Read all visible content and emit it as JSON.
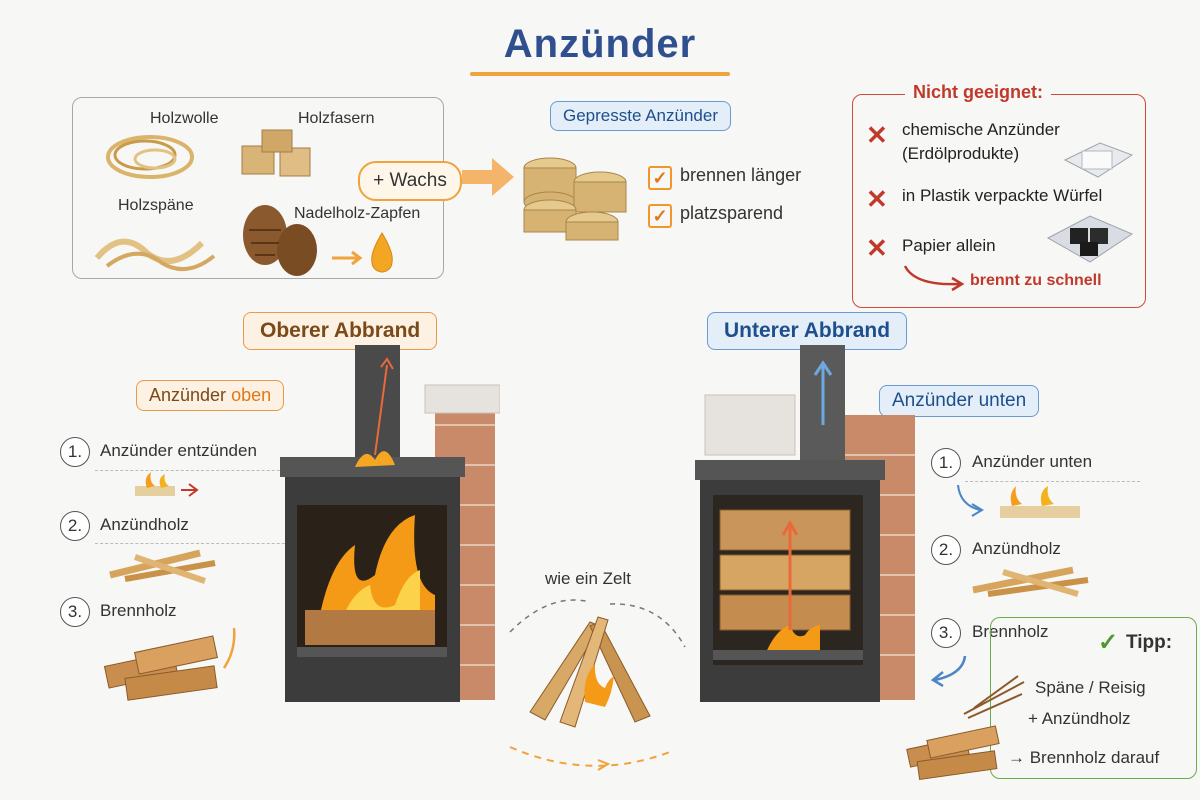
{
  "title": "Anzünder",
  "ingredients": {
    "items": [
      "Holzwolle",
      "Holzfasern",
      "Holzspäne",
      "Nadelholz-Zapfen"
    ],
    "plus_label": "+ Wachs"
  },
  "pressed": {
    "label": "Gepresste Anzünder",
    "benefits": [
      "brennen länger",
      "platzsparend"
    ]
  },
  "not_suitable": {
    "title": "Nicht geeignet:",
    "items": [
      "chemische Anzünder",
      "(Erdölprodukte)",
      "in Plastik verpackte Würfel",
      "Papier allein"
    ],
    "note": "brennt zu schnell"
  },
  "top_burn": {
    "label": "Oberer Abbrand",
    "tag_prefix": "Anzünder ",
    "tag_highlight": "oben",
    "steps": [
      {
        "num": "1.",
        "text": "Anzünder entzünden"
      },
      {
        "num": "2.",
        "text": "Anzündholz"
      },
      {
        "num": "3.",
        "text": "Brennholz"
      }
    ]
  },
  "tent": {
    "label": "wie ein Zelt"
  },
  "bottom_burn": {
    "label": "Unterer Abbrand",
    "tag": "Anzünder unten",
    "steps": [
      {
        "num": "1.",
        "text": "Anzünder unten"
      },
      {
        "num": "2.",
        "text": "Anzündholz"
      },
      {
        "num": "3.",
        "text": "Brennholz"
      }
    ]
  },
  "tip": {
    "title": "Tipp:",
    "lines": [
      "Späne / Reisig",
      "+ Anzündholz",
      "→ Brennholz darauf"
    ]
  },
  "colors": {
    "title": "#2f4f8f",
    "accent_orange": "#f0a23c",
    "accent_blue": "#4a86c8",
    "warning_red": "#c0392b",
    "tip_green": "#4f9a2f"
  }
}
